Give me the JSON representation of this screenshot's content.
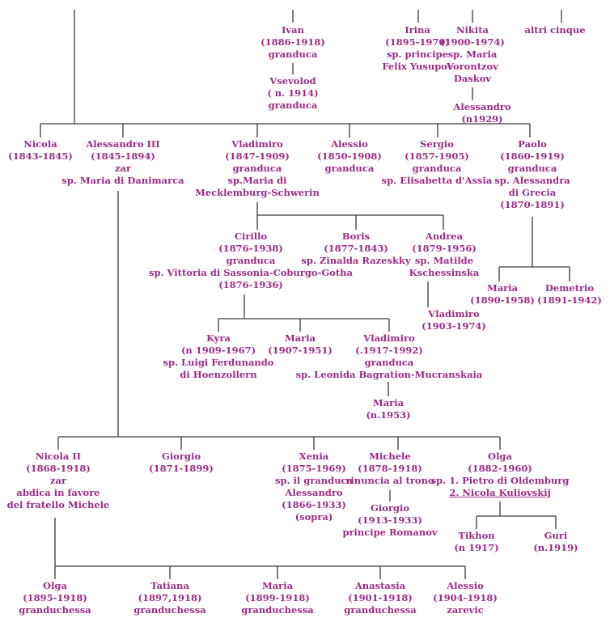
{
  "colors": {
    "text": "#9c2a86",
    "lines": "#3a3a3a",
    "background": "#ffffff"
  },
  "ivan": {
    "lines": [
      "Ivan",
      "(1886-1918)",
      "granduca"
    ]
  },
  "vsevolod": {
    "lines": [
      "Vsevolod",
      "( n. 1914)",
      "granduca"
    ]
  },
  "irina": {
    "lines": [
      "Irina",
      "(1895-1970)",
      "sp. principe",
      "Felix Yusupov"
    ]
  },
  "nikita": {
    "lines": [
      "Nikita",
      "(1900-1974)",
      "sp. Maria",
      "Vorontzov",
      "Daskov"
    ]
  },
  "alessandro_1929": {
    "lines": [
      "Alessandro",
      "(n1929)"
    ]
  },
  "altri": {
    "lines": [
      "altri cinque"
    ]
  },
  "nicola_1843": {
    "lines": [
      "Nicola",
      "(1843-1845)"
    ]
  },
  "alessandro3": {
    "lines": [
      "Alessandro III",
      "(1845-1894)",
      "zar",
      "sp.    Maria di Danimarca"
    ]
  },
  "vladimiro_1847": {
    "lines": [
      "Vladimiro",
      "(1847-1909)",
      "granduca",
      "sp.Maria di",
      "Mecklemburg-Schwerin"
    ]
  },
  "alessio_1850": {
    "lines": [
      "Alessio",
      "(1850-1908)",
      "granduca"
    ]
  },
  "sergio": {
    "lines": [
      "Sergio",
      "(1857-1905)",
      "granduca",
      "sp. Elisabetta d'Assia"
    ]
  },
  "paolo": {
    "lines": [
      "Paolo",
      "(1860-1919)",
      "granduca",
      "sp. Alessandra",
      "di Grecia",
      "(1870-1891)"
    ]
  },
  "cirillo": {
    "lines": [
      "Cirillo",
      "(1876-1938)",
      "granduca",
      "sp. Vittoria di Sassonia-Coburgo-Gotha",
      "(1876-1936)"
    ]
  },
  "boris": {
    "lines": [
      "Boris",
      "(1877-1843)",
      "sp. Zinalda Razeskky"
    ]
  },
  "andrea": {
    "lines": [
      "Andrea",
      "(1879-1956)",
      "sp. Matilde",
      "Kschessinska"
    ]
  },
  "vladimiro_1903": {
    "lines": [
      "Vladimiro",
      "(1903-1974)"
    ]
  },
  "maria_1890": {
    "lines": [
      "Maria",
      "(1890-1958)"
    ]
  },
  "demetrio": {
    "lines": [
      "Demetrio",
      "(1891-1942)"
    ]
  },
  "kyra": {
    "lines": [
      "Kyra",
      "(n 1909-1967)",
      "sp. Luigi Ferdunando",
      "di Hoenzollern"
    ]
  },
  "maria_1907": {
    "lines": [
      "Maria",
      "(1907-1951)"
    ]
  },
  "vladimiro_1917": {
    "lines": [
      "Vladimiro",
      "(.1917-1992)",
      "granduca",
      "sp. Leonida Bagration-Mucranskaia"
    ]
  },
  "maria_1953": {
    "lines": [
      "Maria",
      "(n.1953)"
    ]
  },
  "nicola2": {
    "lines": [
      "Nicola II",
      "(1868-1918)",
      "zar",
      "abdica in favore",
      "del fratello Michele"
    ]
  },
  "giorgio_1871": {
    "lines": [
      "Giorgio",
      "(1871-1899)"
    ]
  },
  "xenia": {
    "lines": [
      "Xenia",
      "(1875-1969)",
      "sp. il granduca",
      "Alessandro",
      "(1866-1933)",
      "(sopra)"
    ]
  },
  "michele": {
    "lines": [
      "Michele",
      "(1878-1918)",
      "rinuncia al trono"
    ]
  },
  "giorgio_1913": {
    "lines": [
      "Giorgio",
      "(1913-1933)",
      "principe Romanov"
    ]
  },
  "olga_1882": {
    "lines": [
      "Olga",
      "(1882-1960)",
      "sp. 1. Pietro di Oldemburg",
      "2. Nicola Kuliovskij"
    ]
  },
  "tikhon": {
    "lines": [
      "Tikhon",
      "(n 1917)"
    ]
  },
  "guri": {
    "lines": [
      "Guri",
      "(n.1919)"
    ]
  },
  "olga_1895": {
    "lines": [
      "Olga",
      "(1895-1918)",
      "granduchessa"
    ]
  },
  "tatiana": {
    "lines": [
      "Tatiana",
      "(1897,1918)",
      "granduchessa"
    ]
  },
  "maria_1899": {
    "lines": [
      "Maria",
      "(1899-1918)",
      "granduchessa"
    ]
  },
  "anastasia": {
    "lines": [
      "Anastasia",
      "(1901-1918)",
      "granduchessa"
    ]
  },
  "alessio_1904": {
    "lines": [
      "Alessio",
      "(1904-1918)",
      "zarevic"
    ]
  }
}
